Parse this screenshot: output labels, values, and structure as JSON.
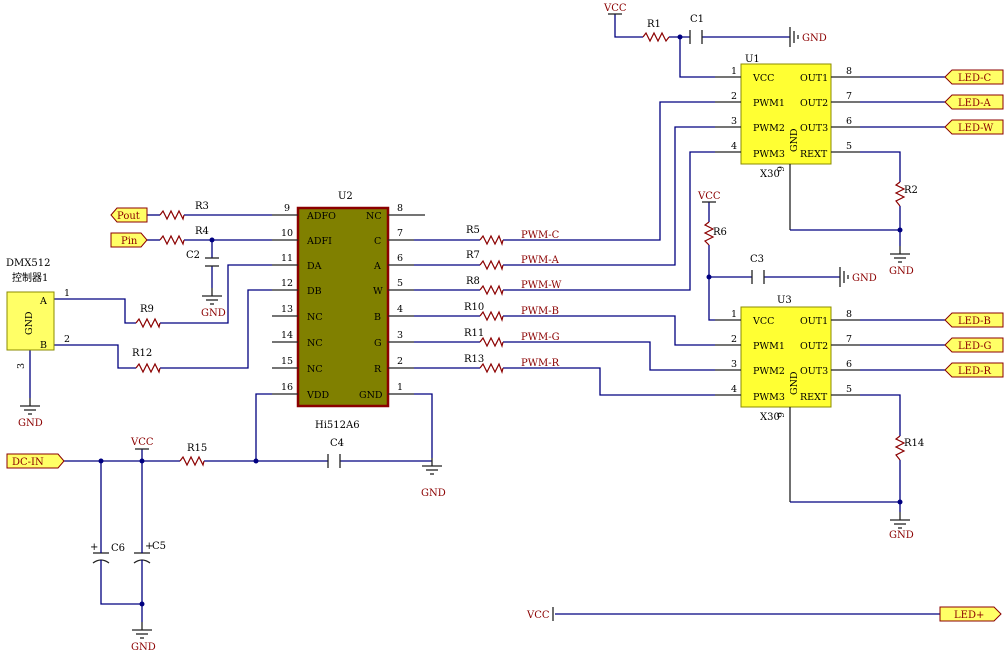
{
  "colors": {
    "wire": "#000080",
    "chip_body": "#ffff33",
    "u2_body": "#808000",
    "u2_border": "#8b0000",
    "port_fill": "#ffff66",
    "power_text": "#8b0000"
  },
  "u2": {
    "ref": "U2",
    "name": "Hi512A6",
    "left_pins": [
      {
        "num": "9",
        "name": "ADFO"
      },
      {
        "num": "10",
        "name": "ADFI"
      },
      {
        "num": "11",
        "name": "DA"
      },
      {
        "num": "12",
        "name": "DB"
      },
      {
        "num": "13",
        "name": "NC"
      },
      {
        "num": "14",
        "name": "NC"
      },
      {
        "num": "15",
        "name": "NC"
      },
      {
        "num": "16",
        "name": "VDD"
      }
    ],
    "right_pins": [
      {
        "num": "8",
        "name": "NC"
      },
      {
        "num": "7",
        "name": "C"
      },
      {
        "num": "6",
        "name": "A"
      },
      {
        "num": "5",
        "name": "W"
      },
      {
        "num": "4",
        "name": "B"
      },
      {
        "num": "3",
        "name": "G"
      },
      {
        "num": "2",
        "name": "R"
      },
      {
        "num": "1",
        "name": "GND"
      }
    ]
  },
  "u1": {
    "ref": "U1",
    "name": "X30",
    "pin9": "9",
    "left_pins": [
      {
        "num": "1",
        "name": "VCC"
      },
      {
        "num": "2",
        "name": "PWM1"
      },
      {
        "num": "3",
        "name": "PWM2"
      },
      {
        "num": "4",
        "name": "PWM3"
      }
    ],
    "right_pins": [
      {
        "num": "8",
        "name": "OUT1"
      },
      {
        "num": "7",
        "name": "OUT2"
      },
      {
        "num": "6",
        "name": "OUT3"
      },
      {
        "num": "5",
        "name": "REXT"
      }
    ],
    "gnd_label": "GND"
  },
  "u3": {
    "ref": "U3",
    "name": "X30",
    "pin9": "9",
    "left_pins": [
      {
        "num": "1",
        "name": "VCC"
      },
      {
        "num": "2",
        "name": "PWM1"
      },
      {
        "num": "3",
        "name": "PWM2"
      },
      {
        "num": "4",
        "name": "PWM3"
      }
    ],
    "right_pins": [
      {
        "num": "8",
        "name": "OUT1"
      },
      {
        "num": "7",
        "name": "OUT2"
      },
      {
        "num": "6",
        "name": "OUT3"
      },
      {
        "num": "5",
        "name": "REXT"
      }
    ],
    "gnd_label": "GND"
  },
  "dmx": {
    "title": "DMX512",
    "subtitle": "控制器1",
    "pin_a": "A",
    "pin_b": "B",
    "gnd": "GND",
    "pin1": "1",
    "pin2": "2",
    "pin3": "3"
  },
  "nets": {
    "pwm_c": "PWM-C",
    "pwm_a": "PWM-A",
    "pwm_w": "PWM-W",
    "pwm_b": "PWM-B",
    "pwm_g": "PWM-G",
    "pwm_r": "PWM-R"
  },
  "ports": {
    "pout": "Pout",
    "pin": "Pin",
    "dc_in": "DC-IN",
    "led_c": "LED-C",
    "led_a": "LED-A",
    "led_w": "LED-W",
    "led_b": "LED-B",
    "led_g": "LED-G",
    "led_r": "LED-R",
    "led_plus": "LED+"
  },
  "resistors": {
    "r1": "R1",
    "r2": "R2",
    "r3": "R3",
    "r4": "R4",
    "r5": "R5",
    "r6": "R6",
    "r7": "R7",
    "r8": "R8",
    "r9": "R9",
    "r10": "R10",
    "r11": "R11",
    "r12": "R12",
    "r13": "R13",
    "r14": "R14",
    "r15": "R15"
  },
  "capacitors": {
    "c1": "C1",
    "c2": "C2",
    "c3": "C3",
    "c4": "C4",
    "c5": "C5",
    "c6": "C6"
  },
  "power": {
    "vcc": "VCC",
    "gnd": "GND",
    "plus": "+"
  }
}
